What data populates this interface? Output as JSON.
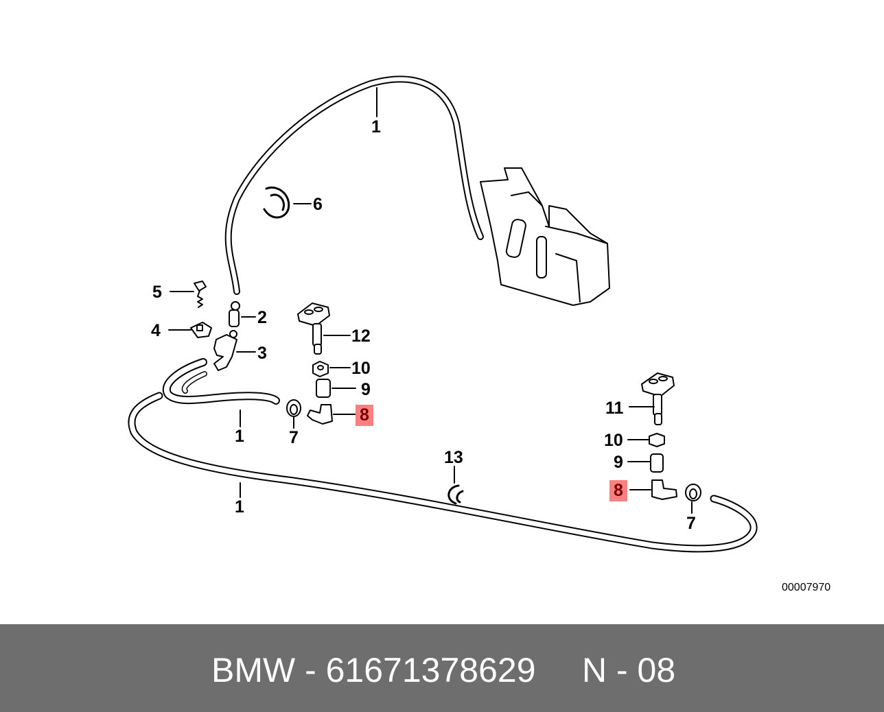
{
  "diagram": {
    "callouts": {
      "hose_top": "1",
      "hose_left": "1",
      "hose_bottom": "1",
      "part2": "2",
      "part3": "3",
      "part4": "4",
      "part5": "5",
      "part6": "6",
      "part7_left": "7",
      "part7_right": "7",
      "part8_left": "8",
      "part8_right": "8",
      "part9_left": "9",
      "part9_right": "9",
      "part10_left": "10",
      "part10_right": "10",
      "part11": "11",
      "part12": "12",
      "part13": "13"
    },
    "diagram_code": "00007970",
    "highlight_color": "#f98080"
  },
  "footer": {
    "part_ref": "BMW - 61671378629",
    "position": "N - 08"
  }
}
